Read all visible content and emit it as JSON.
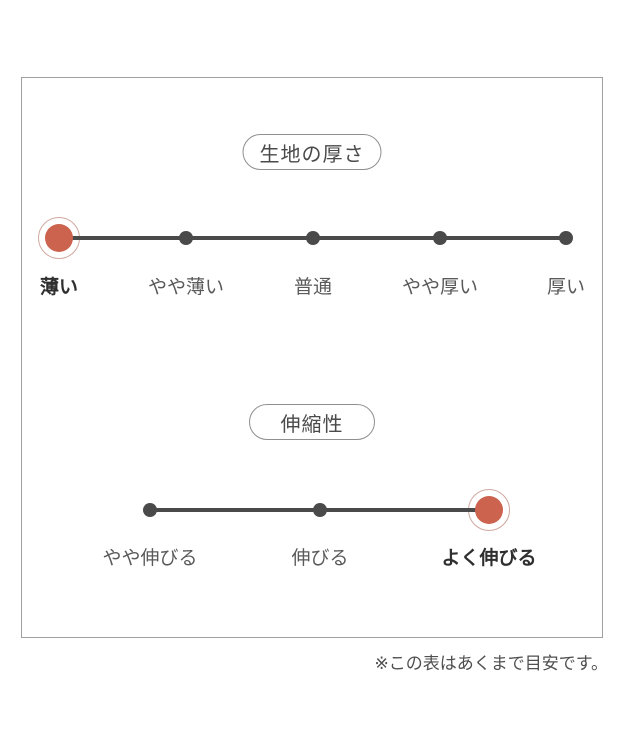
{
  "colors": {
    "accent": "#cb634e",
    "accent_ring": "#d0a89f",
    "track": "#4a4a4a",
    "frame_border": "#a0a0a0",
    "pill_border": "#8f8f8f",
    "label": "#5a5a5a",
    "label_selected": "#2f2f2f"
  },
  "sections": [
    {
      "title": "生地の厚さ",
      "selected_index": 0,
      "options": [
        {
          "label": "薄い",
          "selected": true
        },
        {
          "label": "やや薄い",
          "selected": false
        },
        {
          "label": "普通",
          "selected": false
        },
        {
          "label": "やや厚い",
          "selected": false
        },
        {
          "label": "厚い",
          "selected": false
        }
      ]
    },
    {
      "title": "伸縮性",
      "selected_index": 2,
      "options": [
        {
          "label": "やや伸びる",
          "selected": false
        },
        {
          "label": "伸びる",
          "selected": false
        },
        {
          "label": "よく伸びる",
          "selected": true
        }
      ]
    }
  ],
  "footnote": "※この表はあくまで目安です。"
}
